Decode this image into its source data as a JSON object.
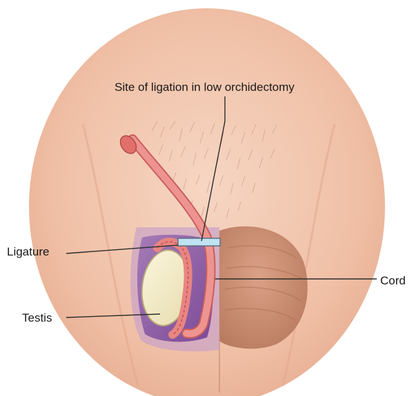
{
  "labels": {
    "site": "Site of ligation in low orchidectomy",
    "ligature": "Ligature",
    "cord": "Cord",
    "testis": "Testis"
  },
  "colors": {
    "skin": "#f2c7ae",
    "skin_shadow": "#d99f86",
    "scrotum_shadow": "#c98a6e",
    "tunica_purple": "#8e5aa6",
    "tunica_light": "#b58bc0",
    "testis_fill": "#f5eec6",
    "cord_fill": "#ec8a86",
    "cord_edge": "#c95e5c",
    "ligature_fill": "#b9dff0",
    "leader_line": "#2b2b2b"
  },
  "icons": {
    "body": "lower-abdomen-illustration",
    "hair": "pubic-hair-hatching"
  }
}
